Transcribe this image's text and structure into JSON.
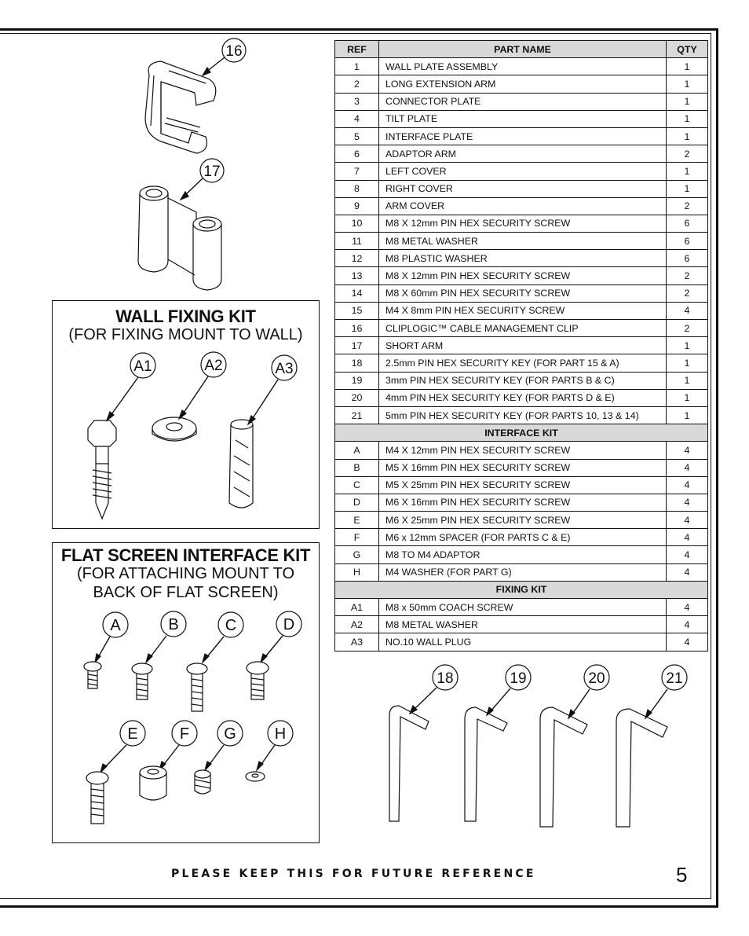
{
  "table": {
    "headers": {
      "ref": "REF",
      "name": "PART NAME",
      "qty": "QTY"
    },
    "parts": [
      {
        "ref": "1",
        "name": "WALL PLATE ASSEMBLY",
        "qty": "1"
      },
      {
        "ref": "2",
        "name": "LONG EXTENSION ARM",
        "qty": "1"
      },
      {
        "ref": "3",
        "name": "CONNECTOR  PLATE",
        "qty": "1"
      },
      {
        "ref": "4",
        "name": "TILT PLATE",
        "qty": "1"
      },
      {
        "ref": "5",
        "name": "INTERFACE PLATE",
        "qty": "1"
      },
      {
        "ref": "6",
        "name": "ADAPTOR  ARM",
        "qty": "2"
      },
      {
        "ref": "7",
        "name": "LEFT COVER",
        "qty": "1"
      },
      {
        "ref": "8",
        "name": "RIGHT COVER",
        "qty": "1"
      },
      {
        "ref": "9",
        "name": "ARM COVER",
        "qty": "2"
      },
      {
        "ref": "10",
        "name": "M8 X 12mm PIN HEX SECURITY SCREW",
        "qty": "6"
      },
      {
        "ref": "11",
        "name": "M8 METAL WASHER",
        "qty": "6"
      },
      {
        "ref": "12",
        "name": "M8 PLASTIC WASHER",
        "qty": "6"
      },
      {
        "ref": "13",
        "name": "M8 X 12mm PIN HEX SECURITY SCREW",
        "qty": "2"
      },
      {
        "ref": "14",
        "name": "M8 X 60mm PIN HEX SECURITY SCREW",
        "qty": "2"
      },
      {
        "ref": "15",
        "name": "M4 X 8mm PIN HEX SECURITY SCREW",
        "qty": "4"
      },
      {
        "ref": "16",
        "name": "CLIPLOGIC™ CABLE MANAGEMENT CLIP",
        "qty": "2"
      },
      {
        "ref": "17",
        "name": "SHORT ARM",
        "qty": "1"
      },
      {
        "ref": "18",
        "name": "2.5mm PIN HEX SECURITY KEY (FOR PART 15 & A)",
        "qty": "1"
      },
      {
        "ref": "19",
        "name": "3mm PIN HEX SECURITY KEY (FOR PARTS B & C)",
        "qty": "1"
      },
      {
        "ref": "20",
        "name": "4mm PIN HEX SECURITY KEY (FOR PARTS D & E)",
        "qty": "1"
      },
      {
        "ref": "21",
        "name": "5mm PIN HEX SECURITY KEY (FOR PARTS 10, 13 & 14)",
        "qty": "1"
      }
    ],
    "interface_section": "INTERFACE KIT",
    "interface": [
      {
        "ref": "A",
        "name": "M4 X 12mm PIN HEX SECURITY SCREW",
        "qty": "4"
      },
      {
        "ref": "B",
        "name": "M5 X 16mm PIN HEX SECURITY SCREW",
        "qty": "4"
      },
      {
        "ref": "C",
        "name": "M5 X 25mm PIN HEX SECURITY SCREW",
        "qty": "4"
      },
      {
        "ref": "D",
        "name": "M6 X 16mm PIN HEX SECURITY SCREW",
        "qty": "4"
      },
      {
        "ref": "E",
        "name": "M6 X 25mm PIN HEX SECURITY SCREW",
        "qty": "4"
      },
      {
        "ref": "F",
        "name": "M6 x 12mm SPACER (FOR PARTS C & E)",
        "qty": "4"
      },
      {
        "ref": "G",
        "name": "M8 TO M4 ADAPTOR",
        "qty": "4"
      },
      {
        "ref": "H",
        "name": "M4 WASHER (FOR PART G)",
        "qty": "4"
      }
    ],
    "fixing_section": "FIXING KIT",
    "fixing": [
      {
        "ref": "A1",
        "name": "M8 x 50mm COACH SCREW",
        "qty": "4"
      },
      {
        "ref": "A2",
        "name": "M8 METAL WASHER",
        "qty": "4"
      },
      {
        "ref": "A3",
        "name": "NO.10 WALL PLUG",
        "qty": "4"
      }
    ]
  },
  "wall_kit": {
    "title": "WALL FIXING KIT",
    "subtitle": "(FOR FIXING MOUNT TO WALL)",
    "labels": [
      "A1",
      "A2",
      "A3"
    ]
  },
  "interface_kit": {
    "title": "FLAT SCREEN INTERFACE KIT",
    "subtitle_line1": "(FOR ATTACHING MOUNT TO",
    "subtitle_line2": "BACK OF FLAT SCREEN)",
    "labels": [
      "A",
      "B",
      "C",
      "D",
      "E",
      "F",
      "G",
      "H"
    ]
  },
  "callouts": {
    "clip": "16",
    "short_arm": "17",
    "keys": [
      "18",
      "19",
      "20",
      "21"
    ]
  },
  "footer": {
    "note": "PLEASE KEEP THIS FOR FUTURE REFERENCE",
    "page": "5"
  }
}
